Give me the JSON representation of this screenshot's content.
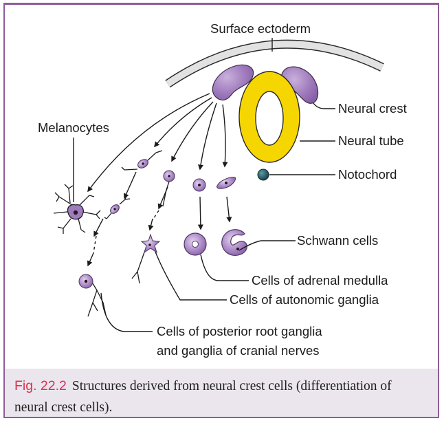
{
  "labels": {
    "surface_ectoderm": "Surface ectoderm",
    "neural_crest": "Neural crest",
    "neural_tube": "Neural tube",
    "notochord": "Notochord",
    "melanocytes": "Melanocytes",
    "schwann_cells": "Schwann cells",
    "adrenal_medulla": "Cells of adrenal medulla",
    "autonomic_ganglia": "Cells of autonomic ganglia",
    "posterior_root_line1": "Cells of posterior root ganglia",
    "posterior_root_line2": "and ganglia of cranial nerves"
  },
  "caption": {
    "figure_number": "Fig. 22.2",
    "text": "Structures derived from neural crest cells (differen­tiation of neural crest cells)."
  },
  "colors": {
    "frame": "#8e5c98",
    "caption_bg": "#ebe6ee",
    "figure_number": "#d9324e",
    "cell_purple": "#a37fbf",
    "neural_tube_yellow": "#f6d600",
    "notochord": "#1d4f58"
  }
}
